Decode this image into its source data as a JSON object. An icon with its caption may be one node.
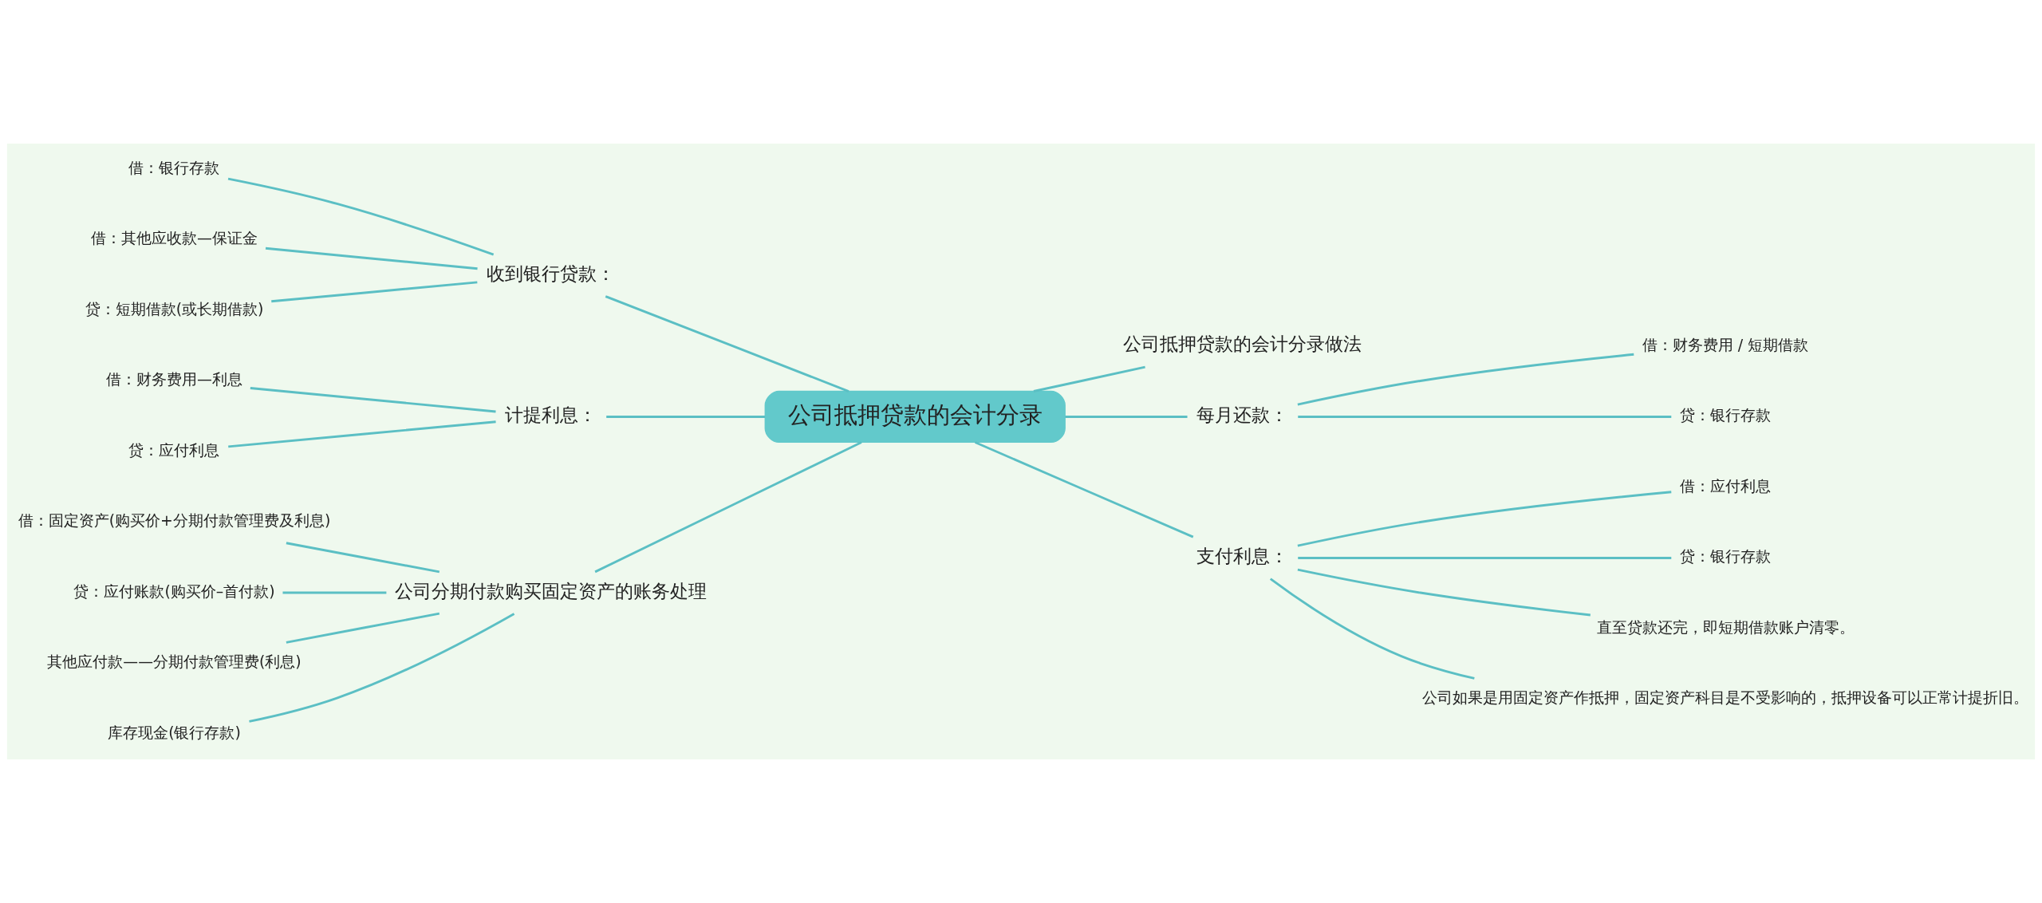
{
  "diagram": {
    "nodes": [
      {
        "text": [
          "公司抵押贷款的会计分录"
        ]
      },
      {
        "text": [
          "收到银行贷款："
        ]
      },
      {
        "text": [
          "借：银行存款"
        ]
      },
      {
        "text": [
          "借：其他应收款—保证金"
        ]
      },
      {
        "text": [
          "贷：短期借款(或长期借款)"
        ]
      },
      {
        "text": [
          "计提利息："
        ]
      },
      {
        "text": [
          "借：财务费用—利息"
        ]
      },
      {
        "text": [
          "贷：应付利息"
        ]
      },
      {
        "text": [
          "公司分期付款购买固定资产的账务处理"
        ]
      },
      {
        "text": [
          "借：固定资产(购买价+分期付款管理费及利息)"
        ]
      },
      {
        "text": [
          "贷：应付账款(购买价–首付款)"
        ]
      },
      {
        "text": [
          "其他应付款——分期付款管理费(利息)"
        ]
      },
      {
        "text": [
          "库存现金(银行存款)"
        ]
      },
      {
        "text": [
          "公司抵押贷款的会计分录做法"
        ]
      },
      {
        "text": [
          "每月还款："
        ]
      },
      {
        "text": [
          "借：财务费用 / 短期借款"
        ]
      },
      {
        "text": [
          "贷：银行存款"
        ]
      },
      {
        "text": [
          "支付利息："
        ]
      },
      {
        "text": [
          "借：应付利息"
        ]
      },
      {
        "text": [
          "贷：银行存款"
        ]
      },
      {
        "text": [
          "直至贷款还完，即短期借款账户清零。"
        ]
      },
      {
        "text": [
          "公司如果是用固定资产作抵押，固定资产科目是不受影响的，抵押设备可以正常计提折旧。"
        ]
      }
    ],
    "edges": [
      {
        "from": 0,
        "to": 1,
        "arrow": "none"
      },
      {
        "from": 1,
        "to": 2,
        "arrow": "none"
      },
      {
        "from": 1,
        "to": 3,
        "arrow": "none"
      },
      {
        "from": 1,
        "to": 4,
        "arrow": "none"
      },
      {
        "from": 0,
        "to": 5,
        "arrow": "none"
      },
      {
        "from": 5,
        "to": 6,
        "arrow": "none"
      },
      {
        "from": 5,
        "to": 7,
        "arrow": "none"
      },
      {
        "from": 0,
        "to": 8,
        "arrow": "none"
      },
      {
        "from": 8,
        "to": 9,
        "arrow": "none"
      },
      {
        "from": 8,
        "to": 10,
        "arrow": "none"
      },
      {
        "from": 8,
        "to": 11,
        "arrow": "none"
      },
      {
        "from": 8,
        "to": 12,
        "arrow": "none"
      },
      {
        "from": 0,
        "to": 13,
        "arrow": "none"
      },
      {
        "from": 0,
        "to": 14,
        "arrow": "none"
      },
      {
        "from": 14,
        "to": 15,
        "arrow": "none"
      },
      {
        "from": 14,
        "to": 16,
        "arrow": "none"
      },
      {
        "from": 0,
        "to": 17,
        "arrow": "none"
      },
      {
        "from": 17,
        "to": 18,
        "arrow": "none"
      },
      {
        "from": 17,
        "to": 19,
        "arrow": "none"
      },
      {
        "from": 17,
        "to": 20,
        "arrow": "none"
      },
      {
        "from": 17,
        "to": 21,
        "arrow": "none"
      }
    ]
  }
}
